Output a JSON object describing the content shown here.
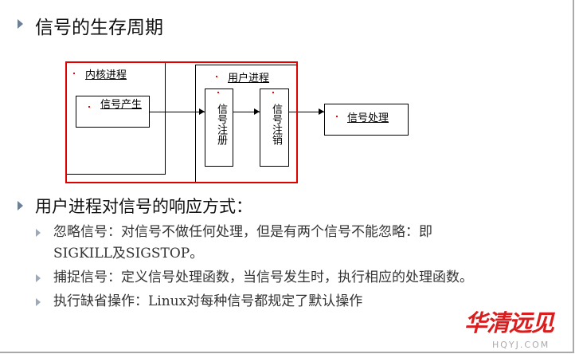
{
  "title": "信号的生存周期",
  "diagram": {
    "kernel_process": "内核进程",
    "signal_generate": "信号产生",
    "user_process": "用户进程",
    "signal_register": "信号注册",
    "signal_unregister": "信号注销",
    "signal_handle": "信号处理"
  },
  "heading2": "用户进程对信号的响应方式：",
  "bullets": [
    "忽略信号：对信号不做任何处理，但是有两个信号不能忽略：即SIGKILL及SIGSTOP。",
    "捕捉信号：定义信号处理函数，当信号发生时，执行相应的处理函数。",
    "执行缺省操作：Linux对每种信号都规定了默认操作"
  ],
  "logo": {
    "name": "华清远见",
    "sub": "HQYJ.COM"
  }
}
